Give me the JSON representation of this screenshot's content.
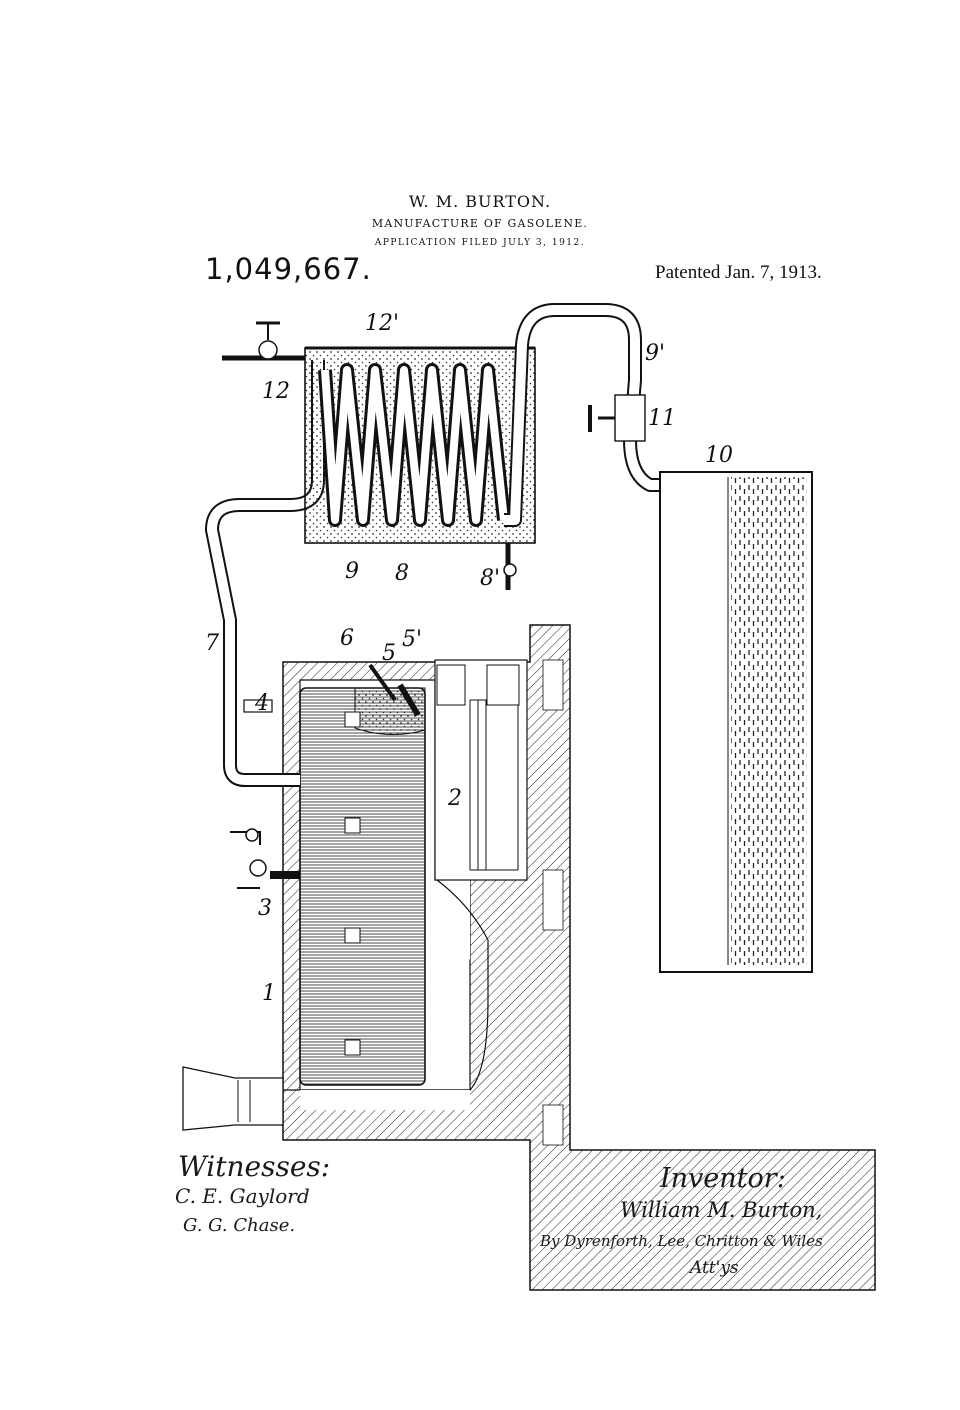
{
  "header": {
    "inventor_name": "W. M. BURTON.",
    "title": "MANUFACTURE OF GASOLENE.",
    "filed": "APPLICATION FILED JULY 3, 1912.",
    "patent_number": "1,049,667.",
    "patented_date": "Patented Jan. 7, 1913."
  },
  "reference_numerals": {
    "r1": "1",
    "r2": "2",
    "r3": "3",
    "r4": "4",
    "r5": "5",
    "r5p": "5'",
    "r6": "6",
    "r7": "7",
    "r8": "8",
    "r8p": "8'",
    "r9": "9",
    "r9p": "9'",
    "r10": "10",
    "r11": "11",
    "r12": "12",
    "r12p": "12'"
  },
  "signatures": {
    "witnesses_label": "Witnesses:",
    "witness_1": "C. E. Gaylord",
    "witness_2": "G. G. Chase.",
    "inventor_label": "Inventor:",
    "inventor_signature": "William M. Burton,",
    "attorneys": "By Dyrenforth, Lee, Chritton & Wiles",
    "attorneys_label": "Att'ys"
  }
}
